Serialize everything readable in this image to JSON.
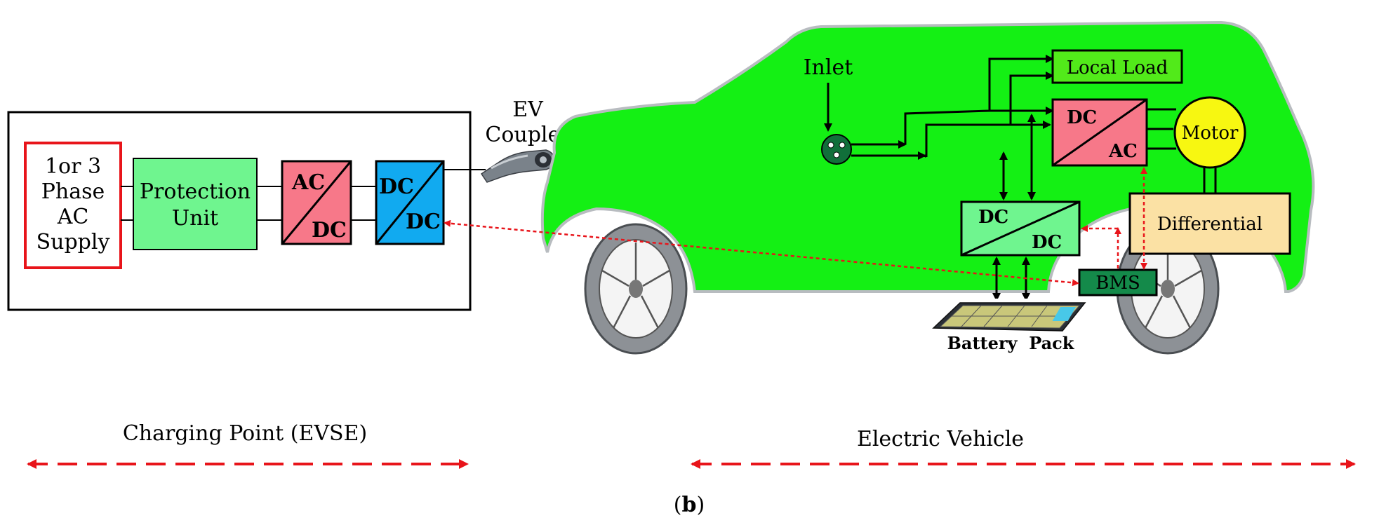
{
  "charging_point": {
    "supply": [
      "1or 3",
      "Phase",
      "AC",
      "Supply"
    ],
    "protection": [
      "Protection",
      "Unit"
    ],
    "acdc": {
      "top": "AC",
      "bottom": "DC"
    },
    "dcdc": {
      "top": "DC",
      "bottom": "DC"
    },
    "section_label": "Charging Point (EVSE)"
  },
  "coupler": [
    "EV",
    "Coupler"
  ],
  "vehicle": {
    "inlet_label": "Inlet",
    "local_load": "Local Load",
    "dcac": {
      "top": "DC",
      "bottom": "AC"
    },
    "motor": "Motor",
    "dcdc": {
      "top": "DC",
      "bottom": "DC"
    },
    "differential": "Differential",
    "bms": "BMS",
    "battery_label": "Battery  Pack",
    "section_label": "Electric Vehicle"
  },
  "caption": {
    "open": "(",
    "bold": "b",
    "close": ")"
  },
  "colors": {
    "supply_border": "#e8141a",
    "protection_fill": "#6ff58f",
    "acdc_fill": "#f77889",
    "dcdc_fill": "#11aaf0",
    "car_body": "#14f014",
    "local_load_fill": "#52ea1a",
    "dcac_fill": "#f77889",
    "motor_fill": "#f7f711",
    "differential_fill": "#fbe1a4",
    "bms_fill": "#148a4a",
    "signal_red": "#e8141a"
  }
}
